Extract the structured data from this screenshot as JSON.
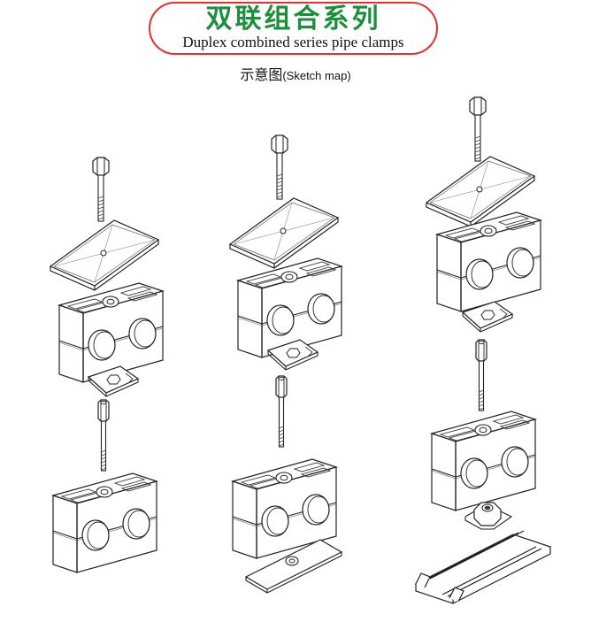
{
  "header": {
    "title_cn": "双联组合系列",
    "title_en": "Duplex combined series pipe clamps",
    "accent_border": "#e0312c",
    "accent_title": "#1c8f3c"
  },
  "subtitle": {
    "cn": "示意图",
    "en": "(Sketch map)"
  }
}
